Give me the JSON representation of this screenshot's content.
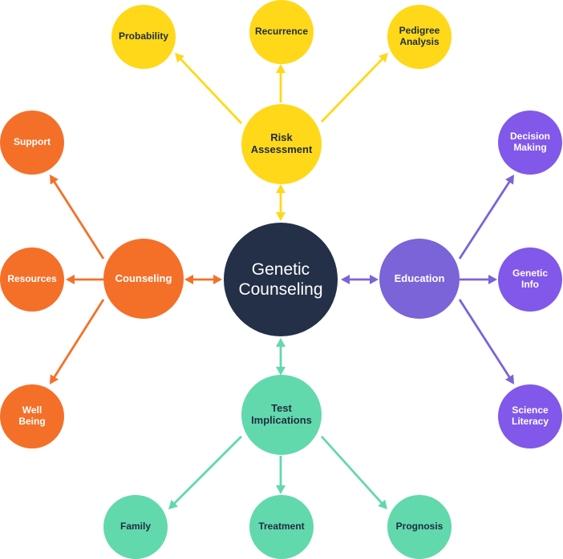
{
  "colors": {
    "center": "#233047",
    "risk": "#FFD81A",
    "counseling": "#F47029",
    "education": "#7B63D8",
    "education_leaf": "#8158EA",
    "test": "#62D8AD",
    "dark_text": "#1F2D3D",
    "light_text": "#FFFFFF"
  },
  "center": {
    "label": "Genetic\nCounseling"
  },
  "risk": {
    "label": "Risk\nAssessment",
    "leaves": [
      "Probability",
      "Recurrence",
      "Pedigree\nAnalysis"
    ]
  },
  "counseling": {
    "label": "Counseling",
    "leaves": [
      "Support",
      "Resources",
      "Well\nBeing"
    ]
  },
  "education": {
    "label": "Education",
    "leaves": [
      "Decision\nMaking",
      "Genetic\nInfo",
      "Science\nLiteracy"
    ]
  },
  "test": {
    "label": "Test\nImplications",
    "leaves": [
      "Family",
      "Treatment",
      "Prognosis"
    ]
  }
}
